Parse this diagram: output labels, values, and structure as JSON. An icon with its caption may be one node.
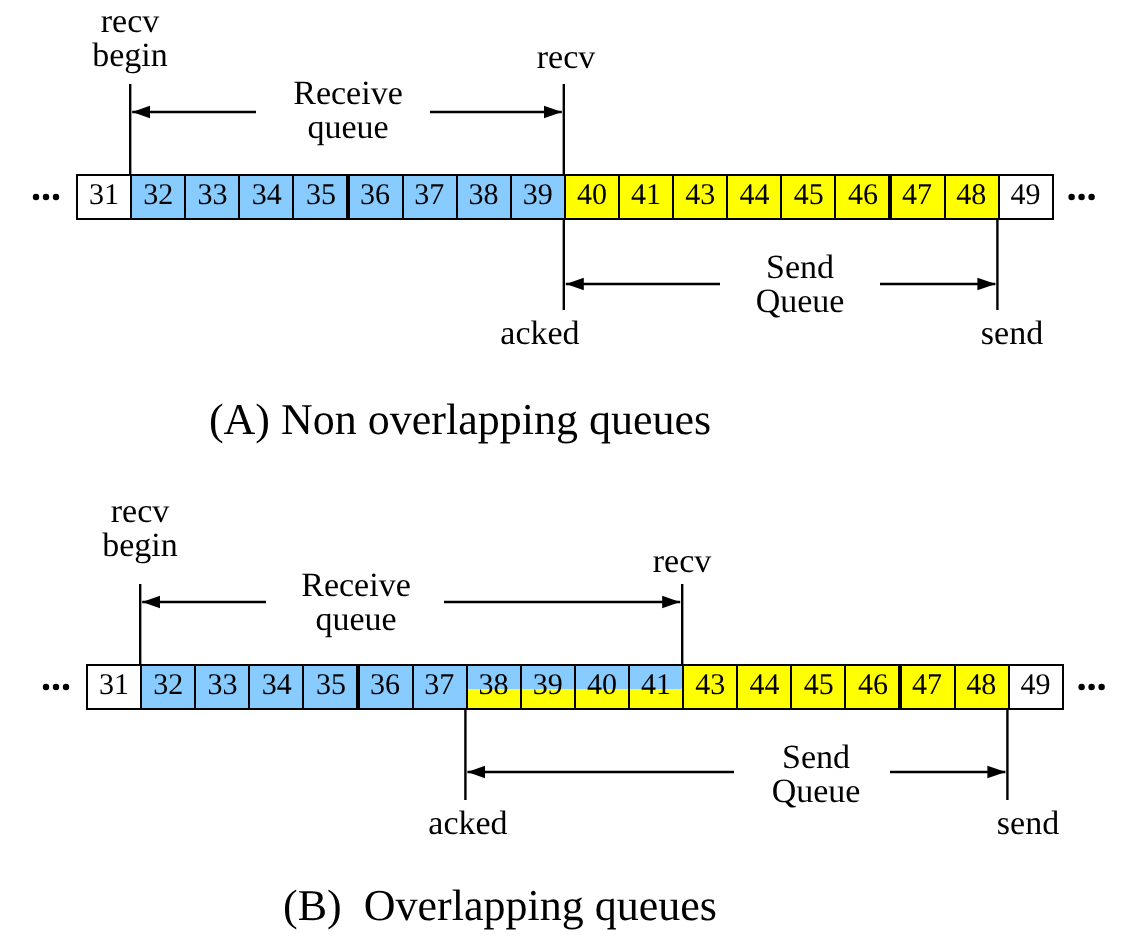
{
  "diagram": {
    "nodes": [
      {
        "text": [
          "31"
        ]
      },
      {
        "text": [
          "32"
        ]
      },
      {
        "text": [
          "33"
        ]
      },
      {
        "text": [
          "34"
        ]
      },
      {
        "text": [
          "35"
        ]
      },
      {
        "text": [
          "36"
        ]
      },
      {
        "text": [
          "37"
        ]
      },
      {
        "text": [
          "38"
        ]
      },
      {
        "text": [
          "39"
        ]
      },
      {
        "text": [
          "40"
        ]
      },
      {
        "text": [
          "41"
        ]
      },
      {
        "text": [
          "43"
        ]
      },
      {
        "text": [
          "44"
        ]
      },
      {
        "text": [
          "45"
        ]
      },
      {
        "text": [
          "46"
        ]
      },
      {
        "text": [
          "47"
        ]
      },
      {
        "text": [
          "48"
        ]
      },
      {
        "text": [
          "49"
        ]
      },
      {
        "text": [
          "31"
        ]
      },
      {
        "text": [
          "32"
        ]
      },
      {
        "text": [
          "33"
        ]
      },
      {
        "text": [
          "34"
        ]
      },
      {
        "text": [
          "35"
        ]
      },
      {
        "text": [
          "36"
        ]
      },
      {
        "text": [
          "37"
        ]
      },
      {
        "text": [
          "38"
        ]
      },
      {
        "text": [
          "39"
        ]
      },
      {
        "text": [
          "40"
        ]
      },
      {
        "text": [
          "41"
        ]
      },
      {
        "text": [
          "43"
        ]
      },
      {
        "text": [
          "44"
        ]
      },
      {
        "text": [
          "45"
        ]
      },
      {
        "text": [
          "46"
        ]
      },
      {
        "text": [
          "47"
        ]
      },
      {
        "text": [
          "48"
        ]
      },
      {
        "text": [
          "49"
        ]
      }
    ],
    "labels": [
      "recv begin",
      "recv",
      "Receive queue",
      "Send Queue",
      "acked",
      "send",
      "(A) Non overlapping queues",
      "recv begin",
      "recv",
      "Receive queue",
      "Send Queue",
      "acked",
      "send",
      "(B)  Overlapping queues"
    ]
  }
}
